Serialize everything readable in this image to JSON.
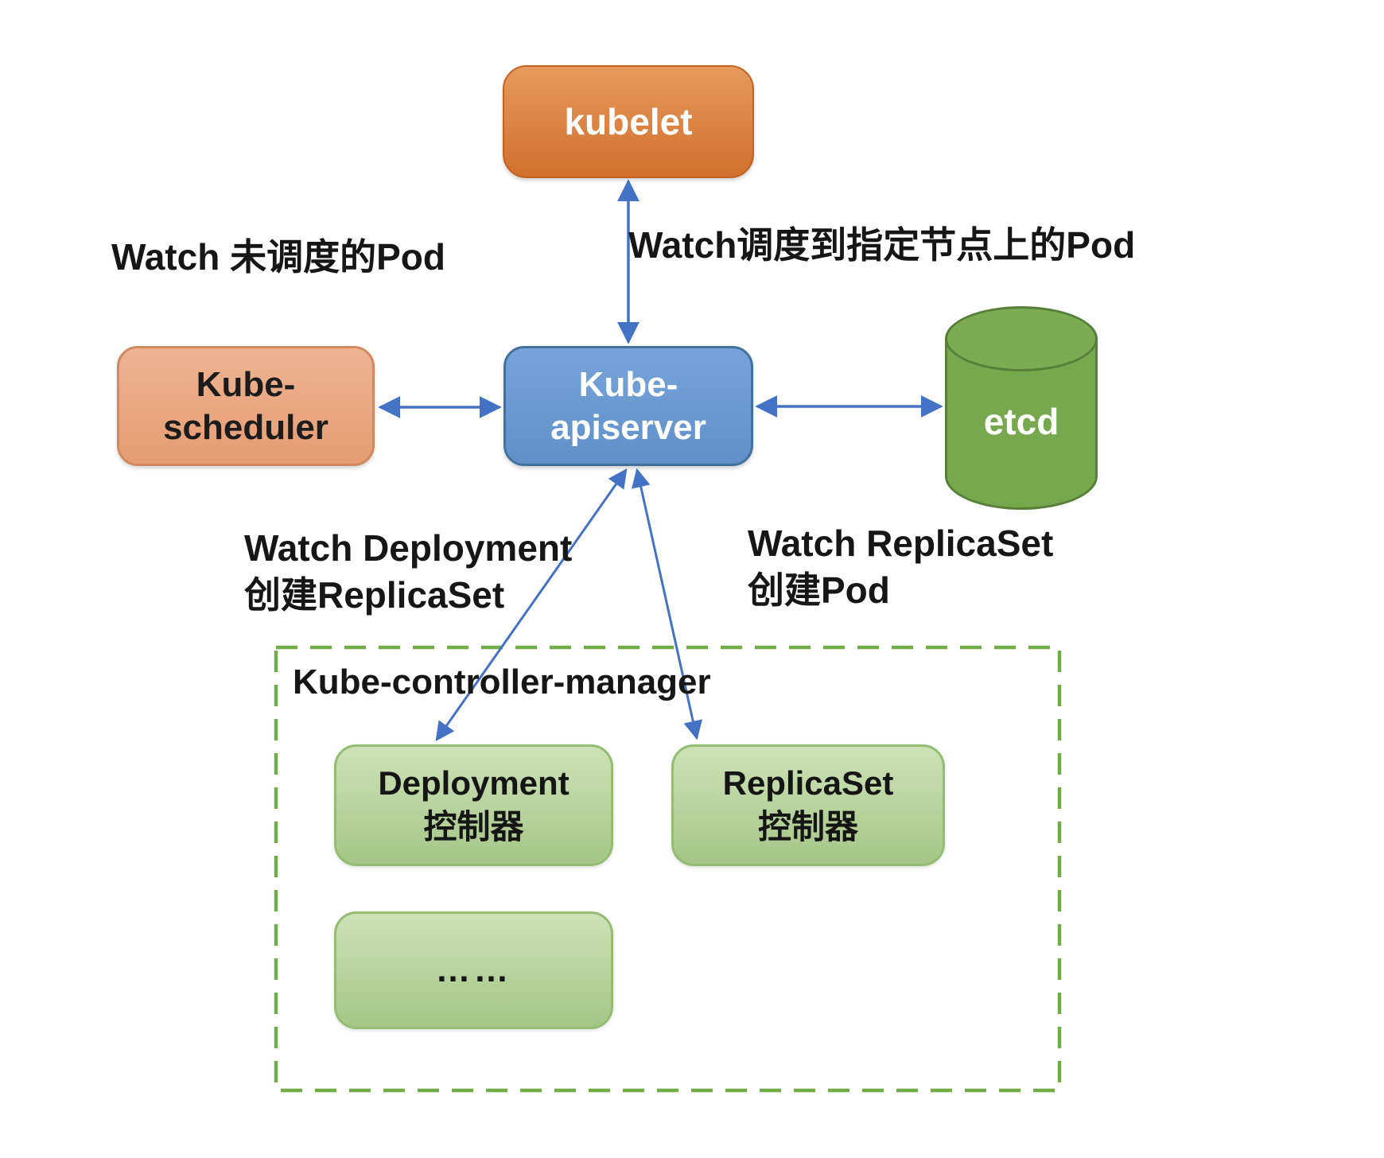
{
  "diagram": {
    "topic": "Kubernetes control plane watch diagram",
    "colors": {
      "arrow_blue": "#4472c4",
      "kubelet_orange": "#d1702e",
      "scheduler_salmon": "#e69c72",
      "apiserver_blue": "#6190c9",
      "etcd_green": "#77a84e",
      "controller_light_green": "#b5d39b",
      "dashed_border_green": "#70ad47",
      "label_text": "#161616"
    }
  },
  "nodes": {
    "kubelet": {
      "label": "kubelet"
    },
    "kube_scheduler": {
      "line1": "Kube-",
      "line2": "scheduler"
    },
    "kube_apiserver": {
      "line1": "Kube-",
      "line2": "apiserver"
    },
    "etcd": {
      "label": "etcd"
    },
    "controller_manager": {
      "label": "Kube-controller-manager"
    },
    "deployment_controller": {
      "line1": "Deployment",
      "line2": "控制器"
    },
    "replicaset_controller": {
      "line1": "ReplicaSet",
      "line2": "控制器"
    },
    "more_controllers": {
      "label": "……"
    }
  },
  "edge_labels": {
    "watch_unscheduled_pod": "Watch 未调度的Pod",
    "watch_scheduled_pod": "Watch调度到指定节点上的Pod",
    "watch_deployment": {
      "line1": "Watch Deployment",
      "line2": "创建ReplicaSet"
    },
    "watch_replicaset": {
      "line1": "Watch ReplicaSet",
      "line2": "创建Pod"
    }
  }
}
